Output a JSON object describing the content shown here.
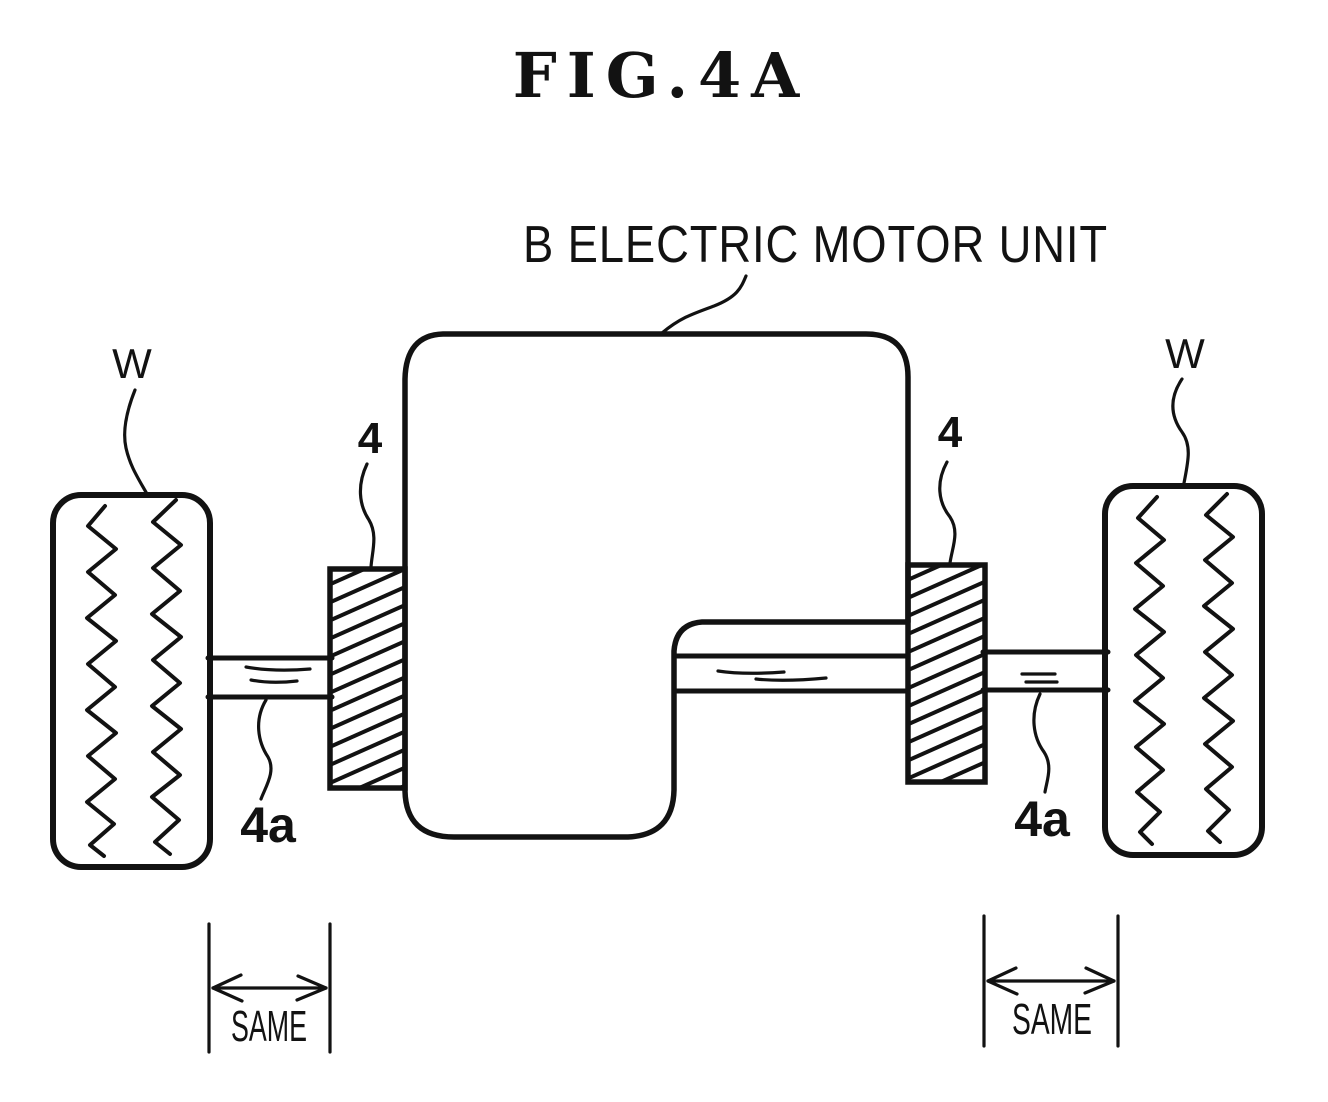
{
  "colors": {
    "ink": "#121212",
    "background": "#ffffff"
  },
  "figure": {
    "title": "FIG.4A",
    "labels": {
      "motor_unit": "B ELECTRIC MOTOR UNIT",
      "wheel_left": "W",
      "wheel_right": "W",
      "coupling_left": "4",
      "coupling_right": "4",
      "axle_left": "4a",
      "axle_right": "4a",
      "dimension_left": "SAME",
      "dimension_right": "SAME"
    }
  }
}
